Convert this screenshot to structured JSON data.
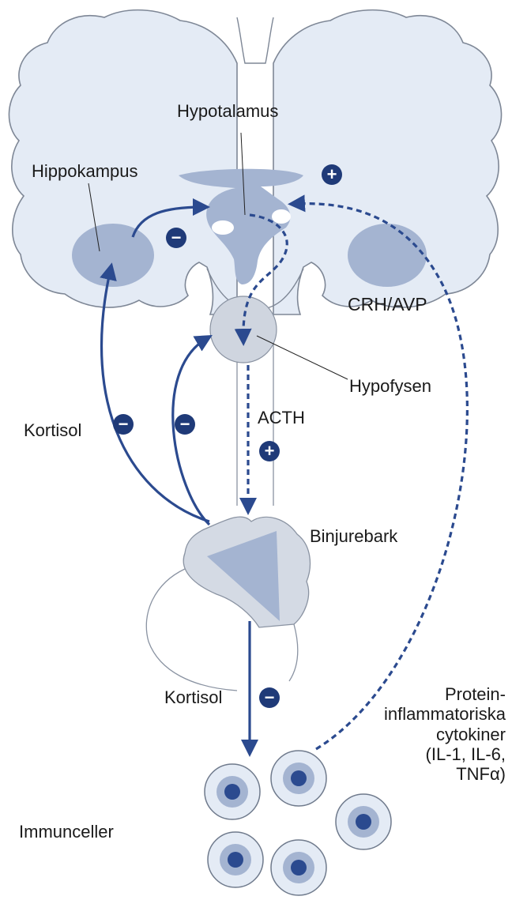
{
  "labels": {
    "hypotalamus": "Hypotalamus",
    "hippokampus": "Hippokampus",
    "crh_avp": "CRH/AVP",
    "hypofysen": "Hypofysen",
    "acth": "ACTH",
    "kortisol_upper": "Kortisol",
    "binjurebark": "Binjurebark",
    "kortisol_lower": "Kortisol",
    "cytokines_line1": "Protein-",
    "cytokines_line2": "inflammatoriska",
    "cytokines_line3": "cytokiner",
    "cytokines_line4": "(IL-1, IL-6,",
    "cytokines_line5": "TNFα)",
    "immunceller": "Immunceller"
  },
  "signs": {
    "plus": "+",
    "minus": "−"
  },
  "colors": {
    "brain_fill": "#e4ebf5",
    "brain_stroke": "#7e8796",
    "region_fill": "#a4b4d1",
    "pituitary_fill": "#cfd5df",
    "arrow": "#2b4a8f",
    "sign_bg": "#1f3a78"
  }
}
